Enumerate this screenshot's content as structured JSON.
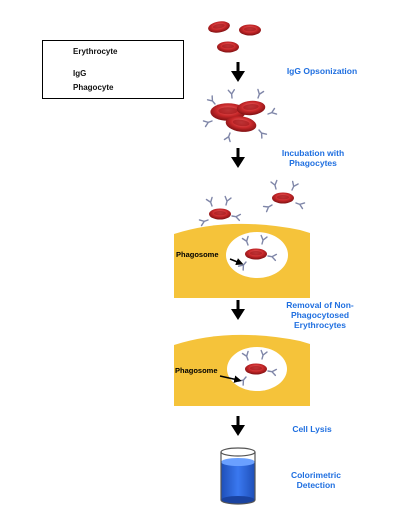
{
  "legend": {
    "items": [
      {
        "label": "Erythrocyte",
        "icon": "erythrocyte-icon"
      },
      {
        "label": "IgG",
        "icon": "igg-antibody-icon"
      },
      {
        "label": "Phagocyte",
        "icon": "phagocyte-icon"
      }
    ]
  },
  "steps": [
    {
      "label": "IgG Opsonization"
    },
    {
      "label": "Incubation with Phagocytes"
    },
    {
      "label": "Removal of Non-Phagocytosed Erythrocytes"
    },
    {
      "label": "Cell Lysis"
    },
    {
      "label": "Colorimetric Detection"
    }
  ],
  "phagosome_labels": [
    "Phagosome",
    "Phagosome"
  ],
  "colors": {
    "erythrocyte": "#c8282a",
    "igg": "#7f86a8",
    "phagocyte": "#f5c33a",
    "step_text": "#1f6fe0",
    "liquid": "#2a62d8"
  }
}
